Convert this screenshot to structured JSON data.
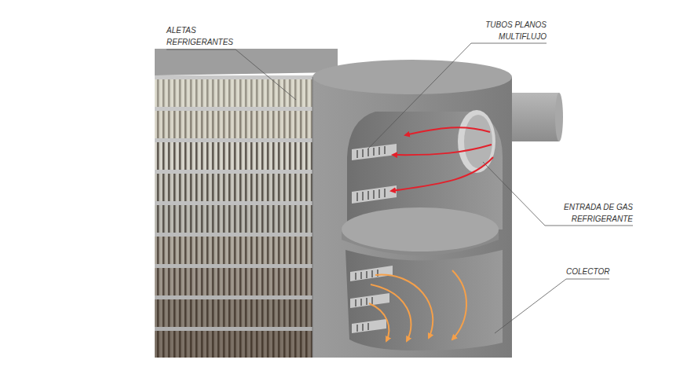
{
  "diagram": {
    "labels": [
      "ALETAS REFRIGERANTES",
      "TUBOS PLANOS MULTIFLUJO",
      "ENTRADA DE GAS REFRIGERANTE",
      "COLECTOR"
    ]
  }
}
